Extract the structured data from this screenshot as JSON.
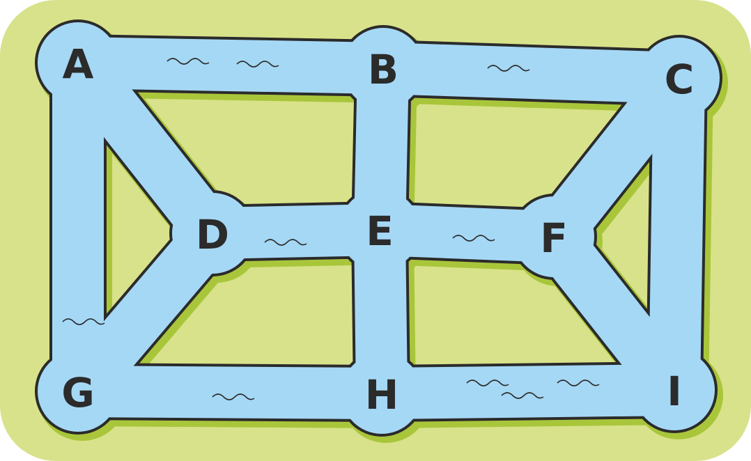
{
  "colors": {
    "land": "#d8e28a",
    "bank": "#a9c63b",
    "water": "#a5d8f5",
    "outline": "#2b2b2b",
    "label": "#2b2b2b"
  },
  "nodes": [
    {
      "id": "A",
      "label": "A"
    },
    {
      "id": "B",
      "label": "B"
    },
    {
      "id": "C",
      "label": "C"
    },
    {
      "id": "D",
      "label": "D"
    },
    {
      "id": "E",
      "label": "E"
    },
    {
      "id": "F",
      "label": "F"
    },
    {
      "id": "G",
      "label": "G"
    },
    {
      "id": "H",
      "label": "H"
    },
    {
      "id": "I",
      "label": "I"
    }
  ],
  "edges": [
    [
      "A",
      "B"
    ],
    [
      "B",
      "C"
    ],
    [
      "A",
      "D"
    ],
    [
      "A",
      "G"
    ],
    [
      "B",
      "E"
    ],
    [
      "C",
      "F"
    ],
    [
      "C",
      "I"
    ],
    [
      "D",
      "E"
    ],
    [
      "E",
      "F"
    ],
    [
      "D",
      "G"
    ],
    [
      "E",
      "H"
    ],
    [
      "F",
      "I"
    ],
    [
      "G",
      "H"
    ],
    [
      "H",
      "I"
    ]
  ]
}
